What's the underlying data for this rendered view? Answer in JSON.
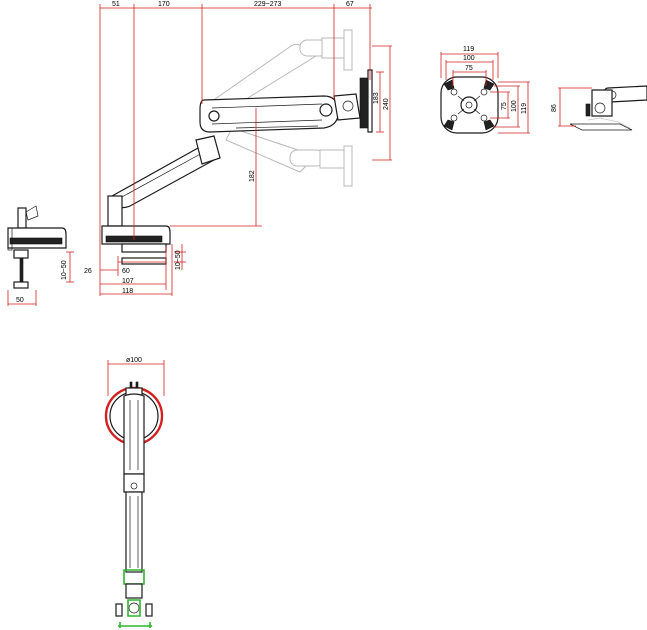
{
  "colors": {
    "dimension_line": "#d31f1f",
    "part_outline": "#1b1b1b",
    "ghost_outline": "#b9b9b9",
    "highlight": "#2fb52f"
  },
  "side_view": {
    "top_dims": [
      "51",
      "170",
      "229~273",
      "67"
    ],
    "monitor_height_dims": [
      "183",
      "240"
    ],
    "arm_height_dim": "182",
    "base_dims": [
      "26",
      "60",
      "107",
      "118"
    ],
    "clamp_range_dim": "10~50"
  },
  "clamp_view": {
    "clamp_range_dim": "10~50",
    "width_dim": "50"
  },
  "vesa_view": {
    "width_dims": [
      "119",
      "100",
      "75"
    ],
    "height_dims": [
      "75",
      "100",
      "119"
    ]
  },
  "tilt_view": {
    "height_dim": "86"
  },
  "top_view": {
    "diameter_dim": "ø100"
  }
}
